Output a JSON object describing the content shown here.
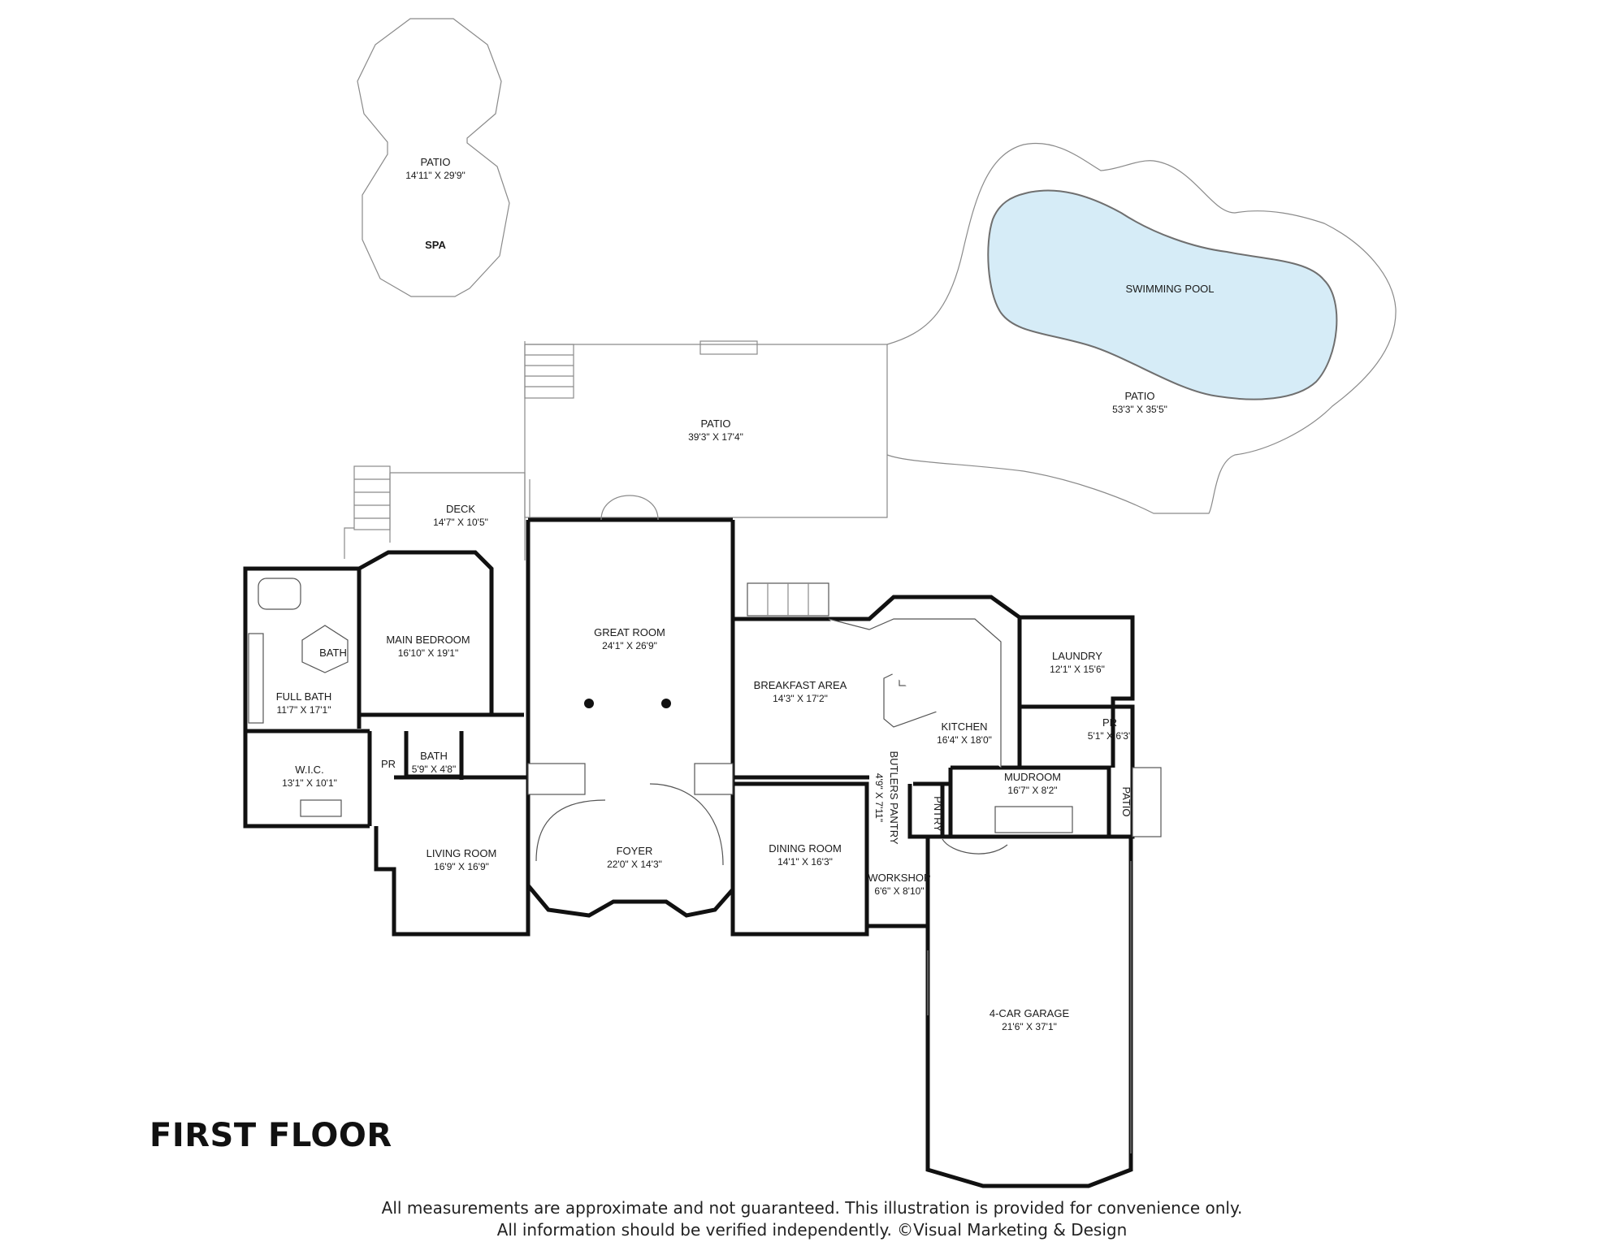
{
  "plan": {
    "title": "FIRST FLOOR",
    "disclaimer_line1": "All measurements are approximate and not guaranteed. This illustration is provided for convenience only.",
    "disclaimer_line2": "All information should be verified independently. ©Visual Marketing & Design",
    "colors": {
      "wall": "#111111",
      "outline": "#8a8a8a",
      "pool": "#d6ecf7"
    },
    "rooms": {
      "patio_spa": {
        "name": "PATIO",
        "dims": "14'11\" X 29'9\""
      },
      "spa": {
        "name": "SPA"
      },
      "pool": {
        "name": "SWIMMING POOL"
      },
      "patio_pool": {
        "name": "PATIO",
        "dims": "53'3\" X 35'5\""
      },
      "patio_main": {
        "name": "PATIO",
        "dims": "39'3\" X 17'4\""
      },
      "deck": {
        "name": "DECK",
        "dims": "14'7\" X 10'5\""
      },
      "great_room": {
        "name": "GREAT ROOM",
        "dims": "24'1\" X 26'9\""
      },
      "main_bedroom": {
        "name": "MAIN BEDROOM",
        "dims": "16'10\" X 19'1\""
      },
      "bath_main": {
        "name": "BATH"
      },
      "full_bath": {
        "name": "FULL BATH",
        "dims": "11'7\" X 17'1\""
      },
      "wic": {
        "name": "W.I.C.",
        "dims": "13'1\" X 10'1\""
      },
      "pr_left": {
        "name": "PR"
      },
      "bath_small": {
        "name": "BATH",
        "dims": "5'9\" X 4'8\""
      },
      "living_room": {
        "name": "LIVING ROOM",
        "dims": "16'9\" X 16'9\""
      },
      "foyer": {
        "name": "FOYER",
        "dims": "22'0\" X 14'3\""
      },
      "breakfast": {
        "name": "BREAKFAST AREA",
        "dims": "14'3\" X 17'2\""
      },
      "kitchen": {
        "name": "KITCHEN",
        "dims": "16'4\" X 18'0\""
      },
      "laundry": {
        "name": "LAUNDRY",
        "dims": "12'1\" X 15'6\""
      },
      "pr_right": {
        "name": "PR",
        "dims": "5'1\" X 6'3\""
      },
      "mudroom": {
        "name": "MUDROOM",
        "dims": "16'7\" X 8'2\""
      },
      "patio_side": {
        "name": "PATIO"
      },
      "butlers": {
        "name": "BUTLERS PANTRY",
        "dims": "4'9\" X 7'11\""
      },
      "pantry": {
        "name": "PNTRY"
      },
      "dining": {
        "name": "DINING ROOM",
        "dims": "14'1\" X 16'3\""
      },
      "workshop": {
        "name": "WORKSHOP",
        "dims": "6'6\" X 8'10\""
      },
      "garage": {
        "name": "4-CAR GARAGE",
        "dims": "21'6\" X 37'1\""
      }
    }
  }
}
